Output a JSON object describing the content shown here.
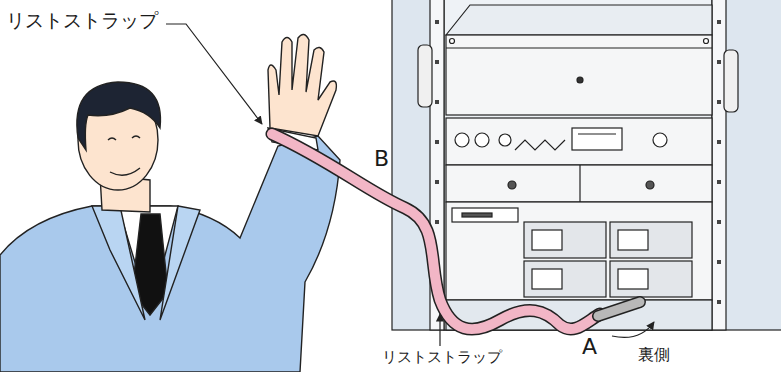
{
  "diagram": {
    "labels": [
      "リストストラップ",
      "B",
      "リストストラップ",
      "A",
      "裏側"
    ]
  }
}
